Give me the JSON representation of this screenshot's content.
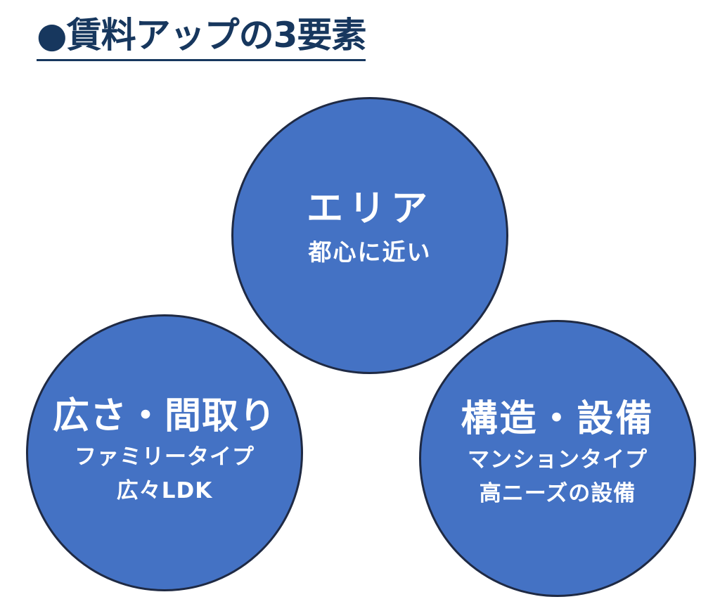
{
  "title": "●賃料アップの3要素",
  "factors": [
    {
      "heading": "エリア",
      "lines": [
        "都心に近い"
      ]
    },
    {
      "heading": "広さ・間取り",
      "lines": [
        "ファミリータイプ",
        "広々LDK"
      ]
    },
    {
      "heading": "構造・設備",
      "lines": [
        "マンションタイプ",
        "高ニーズの設備"
      ]
    }
  ],
  "colors": {
    "title": "#17375e",
    "circle_fill": "#4472c4",
    "circle_border": "#1f2a44",
    "circle_text": "#ffffff"
  }
}
